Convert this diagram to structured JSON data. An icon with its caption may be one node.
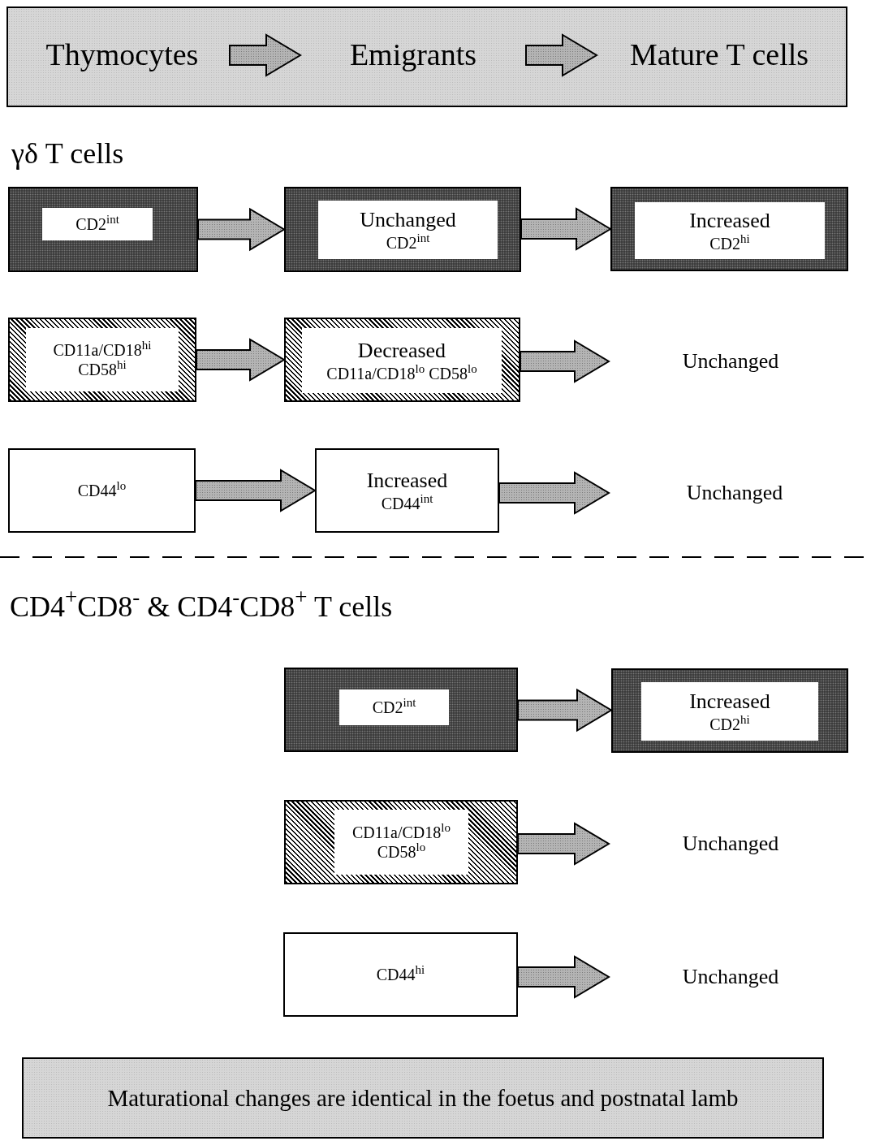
{
  "diagram": {
    "nodes": [
      {
        "text": [],
        "shape": "box"
      },
      {
        "text": [
          "Thymocytes"
        ],
        "in": 0
      },
      {
        "text": [
          "Emigrants"
        ],
        "in": 0
      },
      {
        "text": [
          "Mature T cells"
        ],
        "in": 0
      },
      {
        "text": [
          "CD2$^{int}$"
        ]
      },
      {
        "text": [
          "Unchanged",
          "CD2$^{int}$"
        ]
      },
      {
        "text": [
          "Increased",
          "CD2$^{hi}$"
        ]
      },
      {
        "text": [
          "CD11a/CD18$^{hi}$ CD58$^{hi}$"
        ]
      },
      {
        "text": [
          "Decreased",
          "CD11a/CD18$^{lo}$ CD58$^{lo}$"
        ]
      },
      {
        "text": [
          "Unchanged"
        ]
      },
      {
        "text": [
          "CD44$^{lo}$"
        ]
      },
      {
        "text": [
          "Increased",
          "CD44$^{int}$"
        ]
      },
      {
        "text": [
          "Unchanged"
        ]
      },
      {
        "text": [
          "CD2$^{int}$"
        ]
      },
      {
        "text": [
          "Increased",
          "CD2$^{hi}$"
        ]
      },
      {
        "text": [
          "CD11a/CD18$^{lo}$ CD58$^{lo}$"
        ]
      },
      {
        "text": [
          "Unchanged"
        ]
      },
      {
        "text": [
          "CD44$^{hi}$"
        ]
      },
      {
        "text": [
          "Unchanged"
        ]
      },
      {
        "text": [
          "Maturational changes are identical in the foetus and postnatal lamb"
        ]
      }
    ],
    "edges": [
      {
        "from": 1,
        "to": 2,
        "arrow": "to"
      },
      {
        "from": 2,
        "to": 3,
        "arrow": "to"
      },
      {
        "from": 4,
        "to": 5,
        "arrow": "to"
      },
      {
        "from": 5,
        "to": 6,
        "arrow": "to"
      },
      {
        "from": 7,
        "to": 8,
        "arrow": "to"
      },
      {
        "from": 8,
        "to": 9,
        "arrow": "to"
      },
      {
        "from": 10,
        "to": 11,
        "arrow": "to"
      },
      {
        "from": 11,
        "to": 12,
        "arrow": "to"
      },
      {
        "from": 13,
        "to": 14,
        "arrow": "to"
      },
      {
        "from": 15,
        "to": 16,
        "arrow": "to"
      },
      {
        "from": 17,
        "to": 18,
        "arrow": "to"
      }
    ],
    "labels": [
      "γδ T cells",
      "CD4$^{+}$CD8$^{-}$ & CD4$^{-}$CD8$^{+}$ T cells"
    ]
  }
}
